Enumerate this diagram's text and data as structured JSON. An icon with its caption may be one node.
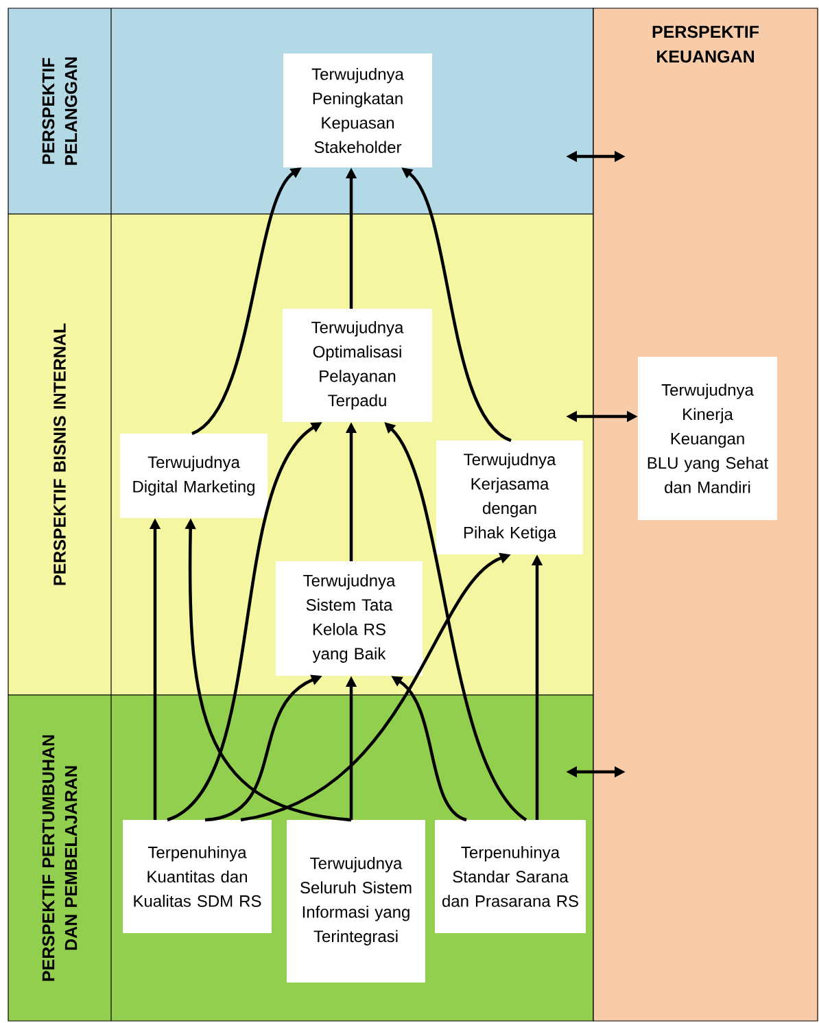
{
  "diagram": {
    "nodes": [
      {
        "text": [
          "PERSPEKTIF PELANGGAN"
        ]
      },
      {
        "text": [
          "Terwujudnya Peningkatan Kepuasan Stakeholder"
        ],
        "in": 0
      },
      {
        "text": [
          "PERSPEKTIF BISNIS INTERNAL"
        ]
      },
      {
        "text": [
          "Terwujudnya Digital Marketing"
        ],
        "in": 2
      },
      {
        "text": [
          "Terwujudnya Optimalisasi Pelayanan Terpadu"
        ],
        "in": 2
      },
      {
        "text": [
          "Terwujudnya Kerjasama dengan Pihak Ketiga"
        ],
        "in": 2
      },
      {
        "text": [
          "Terwujudnya Sistem Tata Kelola RS yang Baik"
        ],
        "in": 2
      },
      {
        "text": [
          "PERSPEKTIF PERTUMBUHAN DAN PEMBELAJARAN"
        ]
      },
      {
        "text": [
          "Terpenuhinya Kuantitas dan Kualitas SDM RS"
        ],
        "in": 7
      },
      {
        "text": [
          "Terwujudnya Seluruh Sistem Informasi yang Terintegrasi"
        ],
        "in": 7
      },
      {
        "text": [
          "Terpenuhinya Standar Sarana dan Prasarana RS"
        ],
        "in": 7
      },
      {
        "text": [
          "PERSPEKTIF KEUANGAN"
        ]
      },
      {
        "text": [
          "Terwujudnya Kinerja Keuangan BLU yang Sehat dan Mandiri"
        ],
        "in": 11
      }
    ],
    "edges": [
      {
        "from": 3,
        "to": 1,
        "arrow": "to"
      },
      {
        "from": 4,
        "to": 1,
        "arrow": "to"
      },
      {
        "from": 5,
        "to": 1,
        "arrow": "to"
      },
      {
        "from": 6,
        "to": 4,
        "arrow": "to"
      },
      {
        "from": 8,
        "to": 3,
        "arrow": "to"
      },
      {
        "from": 9,
        "to": 3,
        "arrow": "to"
      },
      {
        "from": 8,
        "to": 4,
        "arrow": "to"
      },
      {
        "from": 8,
        "to": 6,
        "arrow": "to"
      },
      {
        "from": 8,
        "to": 5,
        "arrow": "to"
      },
      {
        "from": 9,
        "to": 6,
        "arrow": "to"
      },
      {
        "from": 10,
        "to": 6,
        "arrow": "to"
      },
      {
        "from": 10,
        "to": 4,
        "arrow": "to"
      },
      {
        "from": 10,
        "to": 5,
        "arrow": "to"
      },
      {
        "from": 0,
        "to": 11,
        "arrow": "both"
      },
      {
        "from": 2,
        "to": 12,
        "arrow": "both"
      },
      {
        "from": 7,
        "to": 11,
        "arrow": "both"
      }
    ]
  }
}
